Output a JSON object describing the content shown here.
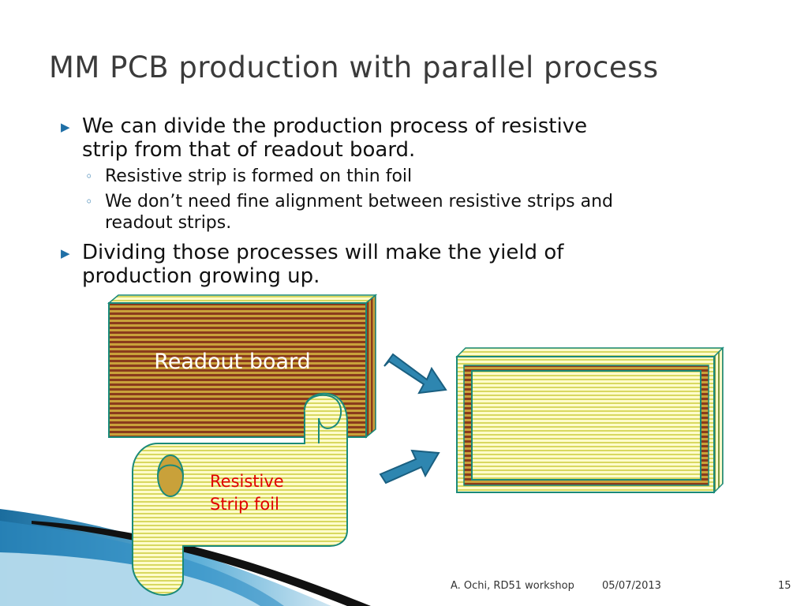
{
  "slide": {
    "title": "MM PCB production with parallel process",
    "bullets": [
      {
        "text_lines": [
          "We can divide the production process of resistive",
          "strip from that of readout board."
        ],
        "sub": [
          {
            "text_lines": [
              "Resistive strip is formed on thin foil"
            ]
          },
          {
            "text_lines": [
              "We don’t need fine alignment between resistive strips and",
              "readout strips."
            ]
          }
        ]
      },
      {
        "text_lines": [
          "Dividing those processes will make the yield of",
          "production growing up."
        ]
      }
    ],
    "bullet_marker": "▶",
    "sub_bullet_marker": "◦"
  },
  "diagram": {
    "readout_label": "Readout board",
    "resistive_label_lines": [
      "Resistive",
      "Strip foil"
    ],
    "colors": {
      "readout_stripe_dark": "#8a3b1c",
      "readout_stripe_light": "#c9a13a",
      "foil_stripe_light": "#fffccc",
      "foil_stripe_dark": "#d8d860",
      "outline": "#1a8a7a",
      "arrow": "#2e86b0",
      "label_red": "#e00000"
    }
  },
  "footer": {
    "author": "A. Ochi,  RD51 workshop",
    "date": "05/07/2013",
    "page": "15"
  }
}
